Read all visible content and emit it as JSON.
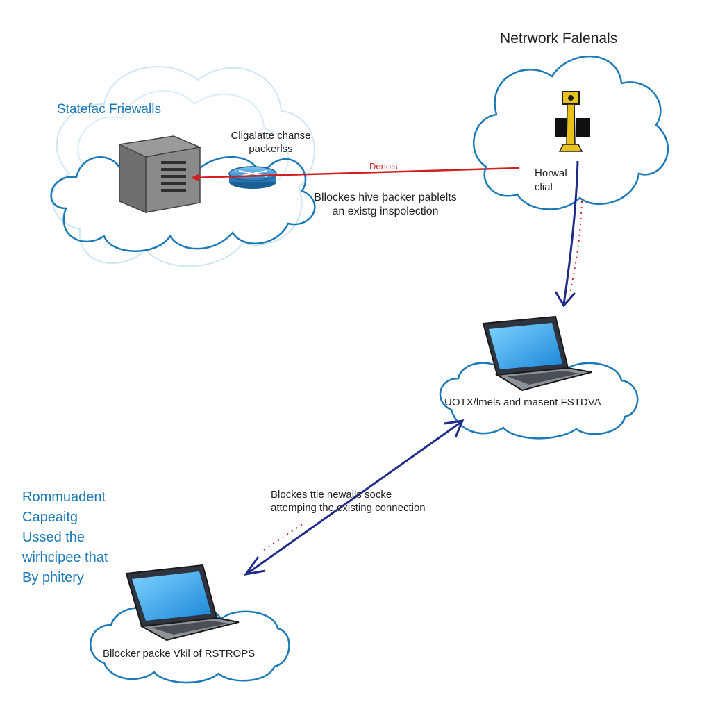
{
  "diagram": {
    "title": "Netrwork Falenals",
    "stateful_label": "Statefac Friewalls",
    "packet_label_line1": "Cligalatte chanse",
    "packet_label_line2": "packerlss",
    "denied_label": "Denols",
    "blocks_label_line1": "Bllockes hive þacker pablelts",
    "blocks_label_line2": "an existg inspolection",
    "firewall_label_line1": "Horwal",
    "firewall_label_line2": "clial",
    "upper_laptop_label": "UOTX/lmels and masent FSTDVA",
    "connection_label_line1": "Blockes ttie newalls socke",
    "connection_label_line2": "attemping the existing connection",
    "side_note": [
      "Rommuadent",
      "Capeaitg",
      "Ussed the",
      "wirhcipee that",
      "By phitery"
    ],
    "lower_laptop_label": "Bllocker packe Vkil of RSTROPS"
  },
  "colors": {
    "cloud_outline": "#1b79b8",
    "cloud_faint": "#cfe6f5",
    "denied_arrow": "#d21e1e",
    "flow_arrow": "#1f2a8a",
    "firewall_key": "#e8c21a"
  },
  "icons": {
    "server": "server-icon",
    "router": "router-icon",
    "firewall": "firewall-key-icon",
    "laptop": "laptop-icon"
  }
}
